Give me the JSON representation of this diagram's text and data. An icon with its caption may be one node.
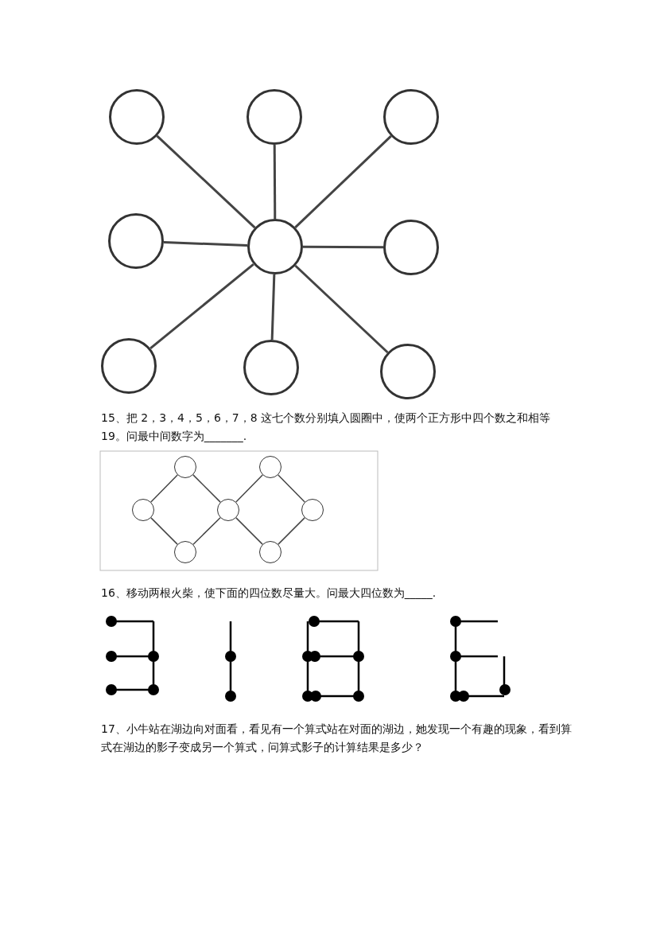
{
  "diagram": {
    "nodes": [
      {
        "text": [],
        "shape": "circle"
      },
      {
        "text": [],
        "shape": "circle"
      },
      {
        "text": [],
        "shape": "circle"
      },
      {
        "text": [],
        "shape": "circle"
      },
      {
        "text": [],
        "shape": "circle"
      },
      {
        "text": [],
        "shape": "circle"
      },
      {
        "text": [],
        "shape": "circle"
      },
      {
        "text": [],
        "shape": "circle"
      },
      {
        "text": [],
        "shape": "circle"
      },
      {
        "text": [],
        "shape": "circle"
      },
      {
        "text": [],
        "shape": "circle"
      },
      {
        "text": [],
        "shape": "circle"
      },
      {
        "text": [],
        "shape": "circle"
      },
      {
        "text": [],
        "shape": "circle"
      },
      {
        "text": [],
        "shape": "circle"
      },
      {
        "text": [],
        "shape": "circle"
      }
    ],
    "edges": [
      {
        "from": 4,
        "to": 0,
        "arrow": "none"
      },
      {
        "from": 4,
        "to": 1,
        "arrow": "none"
      },
      {
        "from": 4,
        "to": 2,
        "arrow": "none"
      },
      {
        "from": 4,
        "to": 3,
        "arrow": "none"
      },
      {
        "from": 4,
        "to": 5,
        "arrow": "none"
      },
      {
        "from": 4,
        "to": 6,
        "arrow": "none"
      },
      {
        "from": 4,
        "to": 7,
        "arrow": "none"
      },
      {
        "from": 4,
        "to": 8,
        "arrow": "none"
      },
      {
        "from": 11,
        "to": 9,
        "arrow": "none"
      },
      {
        "from": 9,
        "to": 12,
        "arrow": "none"
      },
      {
        "from": 12,
        "to": 10,
        "arrow": "none"
      },
      {
        "from": 10,
        "to": 13,
        "arrow": "none"
      },
      {
        "from": 11,
        "to": 14,
        "arrow": "none"
      },
      {
        "from": 14,
        "to": 12,
        "arrow": "none"
      },
      {
        "from": 12,
        "to": 15,
        "arrow": "none"
      },
      {
        "from": 15,
        "to": 13,
        "arrow": "none"
      }
    ],
    "labels": [
      "15、把 2，3，4，5，6，7，8 这七个数分别填入圆圈中，使两个正方形中四个数之和相等19。问最中间数字为_______.",
      "16、移动两根火柴，使下面的四位数尽量大。问最大四位数为_____.",
      "17、小牛站在湖边向对面看，看见有一个算式站在对面的湖边，她发现一个有趣的现象，看到算式在湖边的影子变成另一个算式，问算式影子的计算结果是多少？"
    ]
  }
}
